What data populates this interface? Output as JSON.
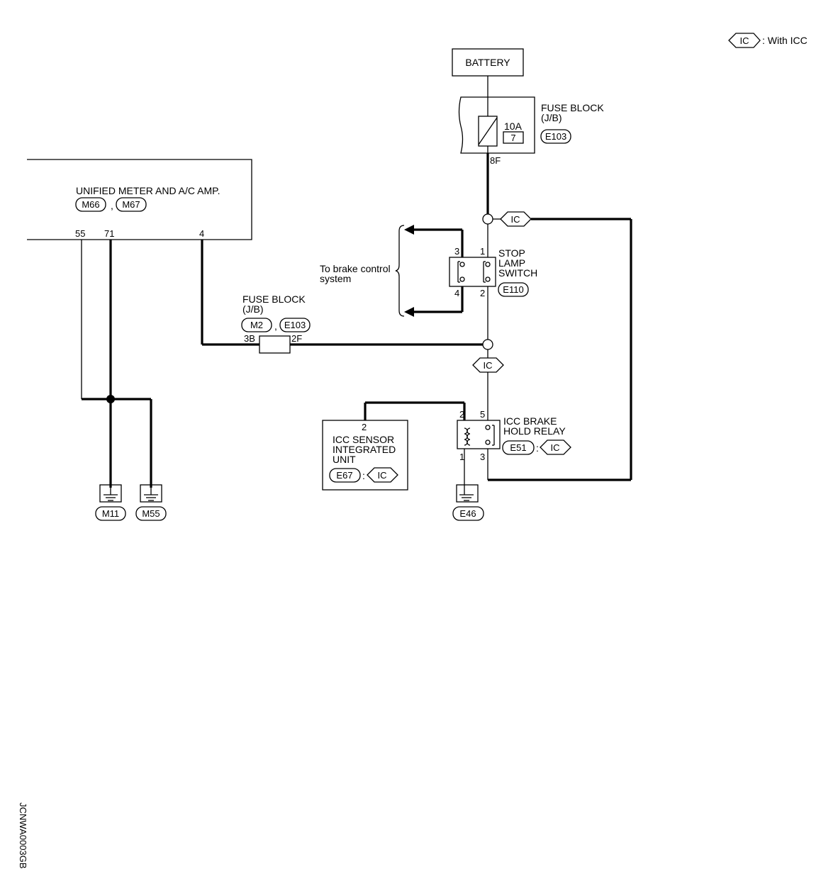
{
  "legend": {
    "code": "IC",
    "text": ": With ICC"
  },
  "battery": {
    "label": "BATTERY"
  },
  "fuse_block_top": {
    "title": "FUSE BLOCK",
    "subtitle": "(J/B)",
    "fuse_rating": "10A",
    "fuse_number": "7",
    "connector": "E103",
    "terminal": "8F"
  },
  "meter_amp": {
    "title": "UNIFIED METER AND A/C AMP.",
    "connector_1": "M66",
    "sep": ",",
    "connector_2": "M67",
    "pin_a": "55",
    "pin_b": "71",
    "pin_c": "4"
  },
  "fuse_block_mid": {
    "title": "FUSE BLOCK",
    "subtitle": "(J/B)",
    "connector_1": "M2",
    "sep": ",",
    "connector_2": "E103",
    "terminal_left": "3B",
    "terminal_right": "2F"
  },
  "stop_lamp_switch": {
    "title_1": "STOP",
    "title_2": "LAMP",
    "title_3": "SWITCH",
    "connector": "E110",
    "pin_1": "1",
    "pin_2": "2",
    "pin_3": "3",
    "pin_4": "4"
  },
  "brake_control": {
    "text_1": "To brake control",
    "text_2": "system"
  },
  "option_tags": {
    "tag_1": "IC",
    "tag_2": "IC"
  },
  "icc_relay": {
    "title_1": "ICC BRAKE",
    "title_2": "HOLD RELAY",
    "connector": "E51",
    "sep": ":",
    "option": "IC",
    "pin_1": "1",
    "pin_2": "2",
    "pin_3": "3",
    "pin_5": "5"
  },
  "icc_sensor": {
    "pin": "2",
    "title_1": "ICC SENSOR",
    "title_2": "INTEGRATED",
    "title_3": "UNIT",
    "connector": "E67",
    "sep": ":",
    "option": "IC"
  },
  "grounds": {
    "g1": "M11",
    "g2": "M55",
    "g3": "E46"
  },
  "figure_code": "JCNWA0003GB"
}
